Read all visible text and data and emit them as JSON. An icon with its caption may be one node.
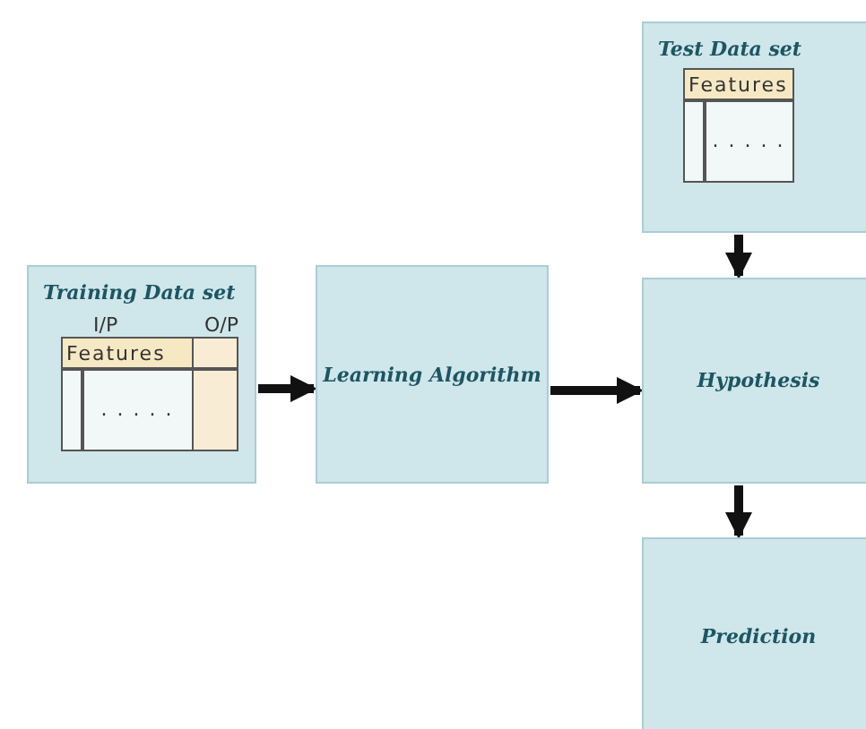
{
  "diagram": {
    "nodes": [
      {
        "text": [
          "Training Data set",
          "I/P",
          "O/P",
          "Features",
          ". . . . ."
        ]
      },
      {
        "text": [
          "Learning Algorithm"
        ]
      },
      {
        "text": [
          "Test Data set",
          "Features",
          ". . . . ."
        ]
      },
      {
        "text": [
          "Hypothesis"
        ]
      },
      {
        "text": [
          "Prediction"
        ]
      }
    ],
    "edges": [
      {
        "from": 0,
        "to": 1,
        "arrow": "to"
      },
      {
        "from": 1,
        "to": 3,
        "arrow": "to"
      },
      {
        "from": 2,
        "to": 3,
        "arrow": "to"
      },
      {
        "from": 3,
        "to": 4,
        "arrow": "to"
      }
    ]
  }
}
